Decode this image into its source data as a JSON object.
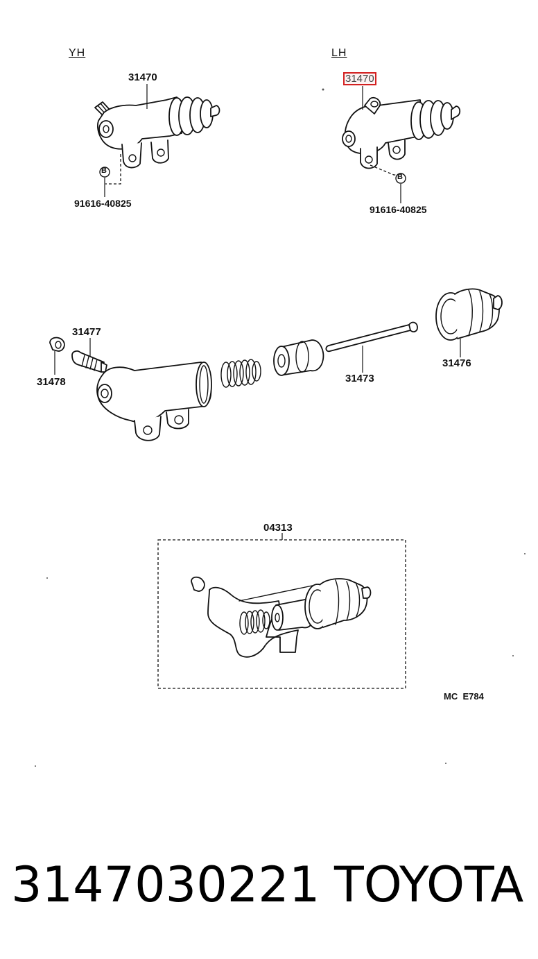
{
  "yh_view": {
    "view_label": "YH",
    "part_number": "31470",
    "bolt_symbol": "B",
    "bolt_number": "91616-40825"
  },
  "lh_view": {
    "view_label": "LH",
    "part_number": "31470",
    "bolt_symbol": "B",
    "bolt_number": "91616-40825"
  },
  "exploded": {
    "bleeder_screw": "31477",
    "bleeder_cap": "31478",
    "push_rod": "31473",
    "boot": "31476"
  },
  "repair_kit": {
    "part_number": "04313"
  },
  "figure_code": "MC  E784",
  "footer": {
    "part_number": "3147030221",
    "brand": "TOYOTA"
  }
}
